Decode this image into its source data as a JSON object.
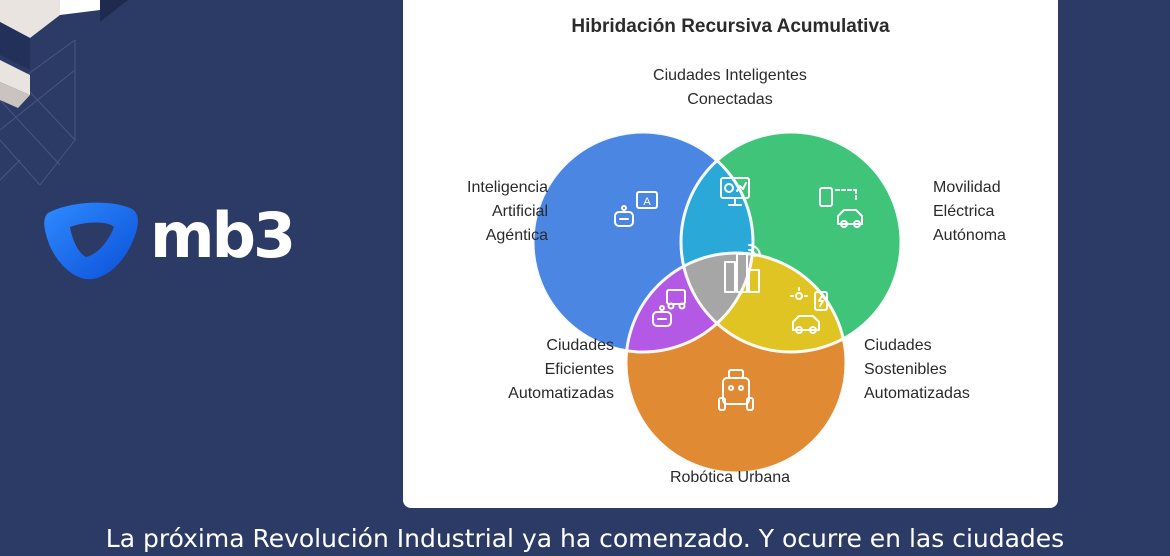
{
  "brand": {
    "logo_text": "mb3",
    "colors": {
      "background": "#2c3a66",
      "logo_blue": "#1a6cf0",
      "card": "#ffffff"
    }
  },
  "diagram": {
    "title": "Hibridación Recursiva Acumulativa",
    "sets": [
      {
        "key": "ai",
        "label_lines": [
          "Inteligencia",
          "Artificial",
          "Agéntica"
        ],
        "color": "#4c86e3",
        "icon": "robot-chat-icon"
      },
      {
        "key": "mobility",
        "label_lines": [
          "Movilidad",
          "Eléctrica",
          "Autónoma"
        ],
        "color": "#3fc47a",
        "icon": "autonomous-car-icon"
      },
      {
        "key": "robotics",
        "label_lines": [
          "Robótica Urbana"
        ],
        "color": "#e08a33",
        "icon": "robot-vehicle-icon"
      }
    ],
    "intersections": [
      {
        "key": "ai_mobility",
        "label_lines": [
          "Ciudades Inteligentes",
          "Conectadas"
        ],
        "color": "#2aa8d8",
        "icon": "dashboard-monitor-icon"
      },
      {
        "key": "ai_robotics",
        "label_lines": [
          "Ciudades",
          "Eficientes",
          "Automatizadas"
        ],
        "color": "#b458e6",
        "icon": "delivery-robot-icon"
      },
      {
        "key": "mobility_robotics",
        "label_lines": [
          "Ciudades",
          "Sostenibles",
          "Automatizadas"
        ],
        "color": "#e0c424",
        "icon": "ev-charging-icon"
      },
      {
        "key": "center",
        "label_lines": [],
        "color": "#a6a6a6",
        "icon": "smart-city-icon"
      }
    ]
  },
  "caption": "La próxima Revolución Industrial ya ha comenzado. Y ocurre en las ciudades"
}
